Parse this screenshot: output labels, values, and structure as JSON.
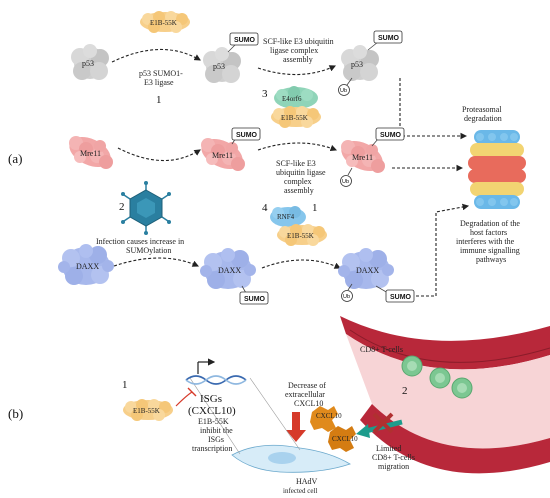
{
  "panels": {
    "a": "(a)",
    "b": "(b)"
  },
  "proteins": {
    "p53": "p53",
    "mre11": "Mre11",
    "daxx": "DAXX",
    "e1b55k": "E1B-55K",
    "e4orf6": "E4orf6",
    "rnf4": "RNF4",
    "sumo": "SUMO",
    "ub": "Ub"
  },
  "steps": {
    "p53_ligase": [
      "p53 SUMO1-",
      "E3 ligase"
    ],
    "scf_1": [
      "SCF-like E3 ubiquitin",
      "ligase complex",
      "assembly"
    ],
    "scf_2": [
      "SCF-like E3",
      "ubiquitin ligase",
      "complex",
      "assembly"
    ],
    "infection": [
      "Infection causes increase in",
      "SUMOylation"
    ],
    "proteasomal": [
      "Proteasomal",
      "degradation"
    ],
    "degradation": [
      "Degradation of the",
      "host factors",
      "interferes with the",
      "immune signalling",
      "pathways"
    ]
  },
  "numbers": {
    "n1": "1",
    "n2": "2",
    "n3": "3",
    "n4": "4",
    "n1b": "1"
  },
  "panel_b": {
    "num1": "1",
    "num2": "2",
    "isgs": [
      "ISGs",
      "(CXCL10)"
    ],
    "e1b_inhibit": [
      "E1B-55K",
      "inhibit the",
      "ISGs",
      "transcription"
    ],
    "decrease": [
      "Decrease of",
      "extracellular",
      "CXCL10"
    ],
    "cxcl10": "CXCL10",
    "cd8": "CD8+ T-cells",
    "limited": [
      "Limited",
      "CD8+ T-cells",
      "migration"
    ],
    "hadv": [
      "HAdV",
      "infected cell"
    ]
  },
  "colors": {
    "p53": "#cfcfcf",
    "mre11": "#f2a7a7",
    "daxx": "#a7b8ec",
    "e1b55k": "#f7cf8a",
    "e4orf6": "#8fd4b8",
    "rnf4": "#86c6ec",
    "virus": "#2a7fa0",
    "vessel": "#b8283a",
    "tcell": "#7cc792"
  }
}
